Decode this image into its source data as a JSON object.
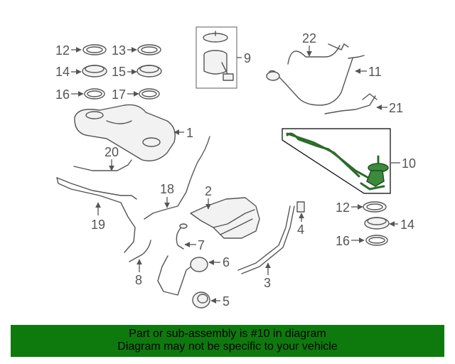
{
  "labels": {
    "p1": "1",
    "p2": "2",
    "p3": "3",
    "p4": "4",
    "p5": "5",
    "p6": "6",
    "p7": "7",
    "p8": "8",
    "p9": "9",
    "p10": "10",
    "p11": "11",
    "p12a": "12",
    "p12b": "12",
    "p13": "13",
    "p14a": "14",
    "p14b": "14",
    "p15": "15",
    "p16a": "16",
    "p16b": "16",
    "p17": "17",
    "p18": "18",
    "p19": "19",
    "p20": "20",
    "p21": "21",
    "p22": "22"
  },
  "footer": {
    "line1": "Part or sub-assembly is #10 in diagram",
    "line2": "Diagram may not be specific to your vehicle"
  },
  "colors": {
    "highlight": "#3c8a3c",
    "footer_bg": "#0e7a0e"
  }
}
